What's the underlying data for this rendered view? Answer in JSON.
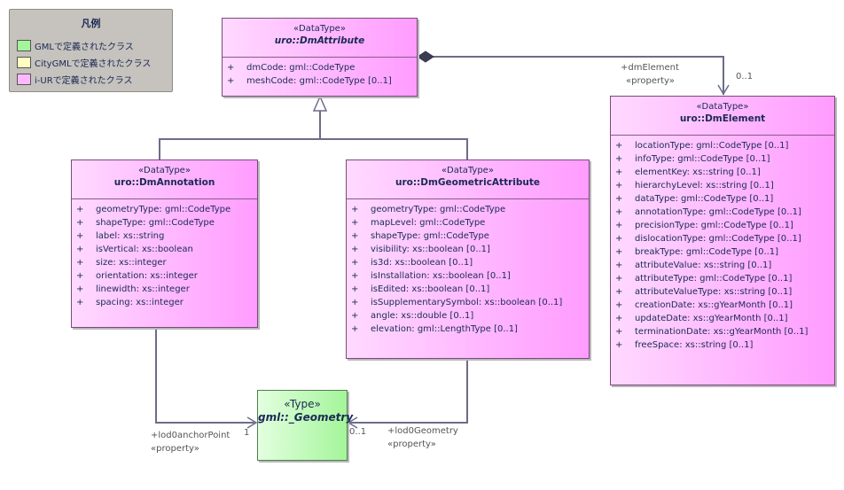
{
  "legend": {
    "title": "凡例",
    "items": [
      {
        "label": "GMLで定義されたクラス",
        "color": "#a4f59a"
      },
      {
        "label": "CityGMLで定義されたクラス",
        "color": "#ffffc0"
      },
      {
        "label": "i-URで定義されたクラス",
        "color": "#ffb8ff"
      }
    ]
  },
  "classes": {
    "dmAttribute": {
      "stereotype": "«DataType»",
      "name": "uro::DmAttribute",
      "attributes": [
        {
          "vis": "+",
          "text": "dmCode: gml::CodeType"
        },
        {
          "vis": "+",
          "text": "meshCode: gml::CodeType [0..1]"
        }
      ]
    },
    "dmAnnotation": {
      "stereotype": "«DataType»",
      "name": "uro::DmAnnotation",
      "attributes": [
        {
          "vis": "+",
          "text": "geometryType: gml::CodeType"
        },
        {
          "vis": "+",
          "text": "shapeType: gml::CodeType"
        },
        {
          "vis": "+",
          "text": "label: xs::string"
        },
        {
          "vis": "+",
          "text": "isVertical: xs::boolean"
        },
        {
          "vis": "+",
          "text": "size: xs::integer"
        },
        {
          "vis": "+",
          "text": "orientation: xs::integer"
        },
        {
          "vis": "+",
          "text": "linewidth: xs::integer"
        },
        {
          "vis": "+",
          "text": "spacing: xs::integer"
        }
      ]
    },
    "dmGeometricAttribute": {
      "stereotype": "«DataType»",
      "name": "uro::DmGeometricAttribute",
      "attributes": [
        {
          "vis": "+",
          "text": "geometryType: gml::CodeType"
        },
        {
          "vis": "+",
          "text": "mapLevel: gml::CodeType"
        },
        {
          "vis": "+",
          "text": "shapeType: gml::CodeType"
        },
        {
          "vis": "+",
          "text": "visibility: xs::boolean [0..1]"
        },
        {
          "vis": "+",
          "text": "is3d: xs::boolean [0..1]"
        },
        {
          "vis": "+",
          "text": "isInstallation: xs::boolean [0..1]"
        },
        {
          "vis": "+",
          "text": "isEdited: xs::boolean [0..1]"
        },
        {
          "vis": "+",
          "text": "isSupplementarySymbol: xs::boolean [0..1]"
        },
        {
          "vis": "+",
          "text": "angle: xs::double [0..1]"
        },
        {
          "vis": "+",
          "text": "elevation: gml::LengthType [0..1]"
        }
      ]
    },
    "dmElement": {
      "stereotype": "«DataType»",
      "name": "uro::DmElement",
      "attributes": [
        {
          "vis": "+",
          "text": "locationType: gml::CodeType [0..1]"
        },
        {
          "vis": "+",
          "text": "infoType: gml::CodeType [0..1]"
        },
        {
          "vis": "+",
          "text": "elementKey: xs::string [0..1]"
        },
        {
          "vis": "+",
          "text": "hierarchyLevel: xs::string [0..1]"
        },
        {
          "vis": "+",
          "text": "dataType: gml::CodeType [0..1]"
        },
        {
          "vis": "+",
          "text": "annotationType: gml::CodeType [0..1]"
        },
        {
          "vis": "+",
          "text": "precisionType: gml::CodeType [0..1]"
        },
        {
          "vis": "+",
          "text": "dislocationType: gml::CodeType [0..1]"
        },
        {
          "vis": "+",
          "text": "breakType: gml::CodeType [0..1]"
        },
        {
          "vis": "+",
          "text": "attributeValue: xs::string [0..1]"
        },
        {
          "vis": "+",
          "text": "attributeType: gml::CodeType [0..1]"
        },
        {
          "vis": "+",
          "text": "attributeValueType: xs::string [0..1]"
        },
        {
          "vis": "+",
          "text": "creationDate: xs::gYearMonth [0..1]"
        },
        {
          "vis": "+",
          "text": "updateDate: xs::gYearMonth [0..1]"
        },
        {
          "vis": "+",
          "text": "terminationDate: xs::gYearMonth [0..1]"
        },
        {
          "vis": "+",
          "text": "freeSpace: xs::string [0..1]"
        }
      ]
    },
    "geometry": {
      "stereotype": "«Type»",
      "name": "gml::_Geometry"
    }
  },
  "associations": {
    "dmElement": {
      "role": "+dmElement",
      "stereotype": "«property»",
      "multiplicity": "0..1"
    },
    "lod0anchorPoint": {
      "role": "+lod0anchorPoint",
      "stereotype": "«property»",
      "multiplicity": "1"
    },
    "lod0Geometry": {
      "role": "+lod0Geometry",
      "stereotype": "«property»",
      "multiplicity": "0..1"
    }
  }
}
